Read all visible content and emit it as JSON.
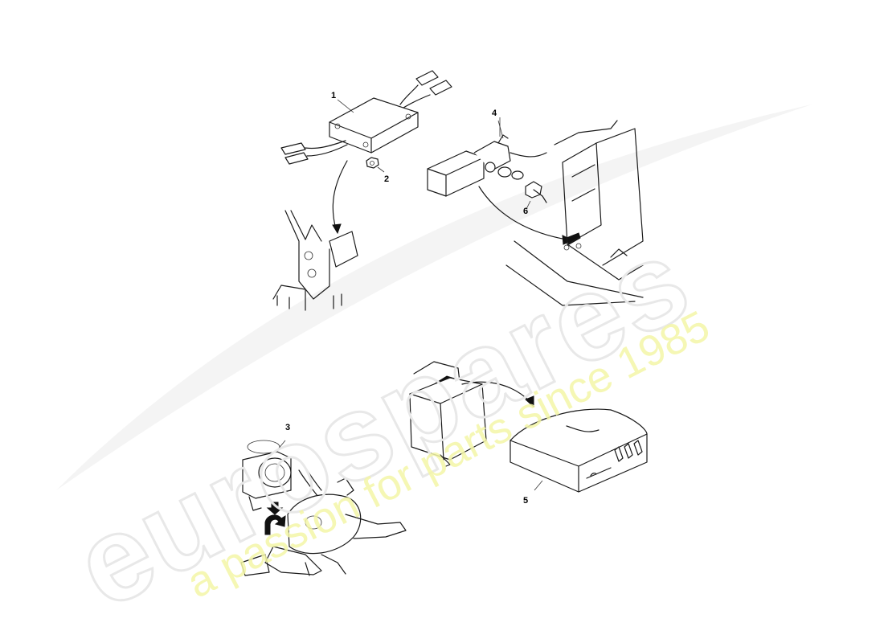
{
  "diagram": {
    "callouts": [
      "1",
      "2",
      "3",
      "4",
      "5",
      "6"
    ]
  },
  "watermark": {
    "brand": "eurospares",
    "tagline": "a passion for parts since 1985",
    "colors": {
      "brand": "#e8e8e8",
      "tagline": "#f4f6a8"
    }
  }
}
